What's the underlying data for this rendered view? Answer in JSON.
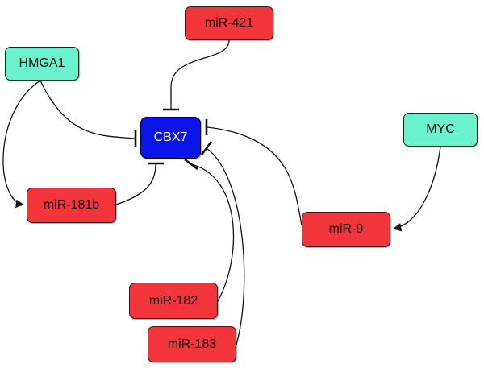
{
  "nodes": {
    "mir421": {
      "label": "miR-421",
      "kind": "mirna"
    },
    "hmga1": {
      "label": "HMGA1",
      "kind": "gene"
    },
    "cbx7": {
      "label": "CBX7",
      "kind": "hub"
    },
    "myc": {
      "label": "MYC",
      "kind": "gene"
    },
    "mir181b": {
      "label": "miR-181b",
      "kind": "mirna"
    },
    "mir9": {
      "label": "miR-9",
      "kind": "mirna"
    },
    "mir182": {
      "label": "miR-182",
      "kind": "mirna"
    },
    "mir183": {
      "label": "miR-183",
      "kind": "mirna"
    }
  },
  "edges": [
    {
      "from": "mir421",
      "to": "cbx7",
      "type": "inhibition"
    },
    {
      "from": "hmga1",
      "to": "cbx7",
      "type": "inhibition"
    },
    {
      "from": "hmga1",
      "to": "mir181b",
      "type": "activation"
    },
    {
      "from": "mir181b",
      "to": "cbx7",
      "type": "inhibition"
    },
    {
      "from": "mir9",
      "to": "cbx7",
      "type": "inhibition"
    },
    {
      "from": "myc",
      "to": "mir9",
      "type": "activation"
    },
    {
      "from": "mir182",
      "to": "cbx7",
      "type": "inhibition"
    },
    {
      "from": "mir183",
      "to": "cbx7",
      "type": "inhibition"
    }
  ],
  "colors": {
    "mirna": "#f2353a",
    "gene": "#6af2cc",
    "hub": "#0a14e8",
    "edge": "#111111"
  }
}
